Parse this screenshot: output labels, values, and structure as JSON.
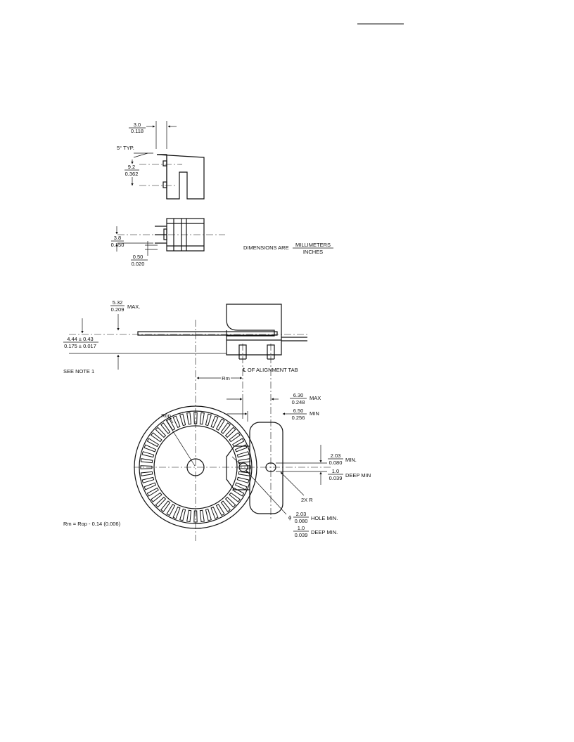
{
  "header": {
    "rule": ""
  },
  "units": {
    "prefix": "DIMENSIONS ARE",
    "top": "MILLIMETERS",
    "bottom": "INCHES"
  },
  "top_view": {
    "dim_width": {
      "mm": "3.0",
      "in": "0.118"
    },
    "taper": "5° TYP.",
    "dim_height": {
      "mm": "9.2",
      "in": "0.362"
    }
  },
  "side_view": {
    "dim_pin_pitch": {
      "mm": "3.8",
      "in": "0.150"
    },
    "dim_pin_width": {
      "mm": "0.50",
      "in": "0.020"
    }
  },
  "mount_view": {
    "dim_max": {
      "mm": "5.32",
      "in": "0.209",
      "suffix": "MAX."
    },
    "dim_gap": {
      "mm": "4.44 ± 0.43",
      "in": "0.175 ± 0.017"
    },
    "note": "SEE NOTE 1",
    "alignment": "℄ OF ALIGNMENT TAB"
  },
  "codewheel_view": {
    "rm_label": "Rm",
    "rop_label": "Rop",
    "dim_max": {
      "mm": "6.30",
      "in": "0.248",
      "suffix": "MAX"
    },
    "dim_min": {
      "mm": "6.50",
      "in": "0.256",
      "suffix": "MIN"
    },
    "dim_tab_min": {
      "mm": "2.03",
      "in": "0.080",
      "suffix": "MIN."
    },
    "dim_tab_deep": {
      "mm": "1.0",
      "in": "0.039",
      "suffix": "DEEP MIN"
    },
    "radius": "2X R",
    "dim_hole": {
      "prefix": "ϕ",
      "mm": "2.03",
      "in": "0.080",
      "suffix": "HOLE MIN."
    },
    "dim_hole_deep": {
      "mm": "1.0",
      "in": "0.039",
      "suffix": "DEEP MIN."
    },
    "formula": "Rm = Rop - 0.14 (0.006)"
  }
}
